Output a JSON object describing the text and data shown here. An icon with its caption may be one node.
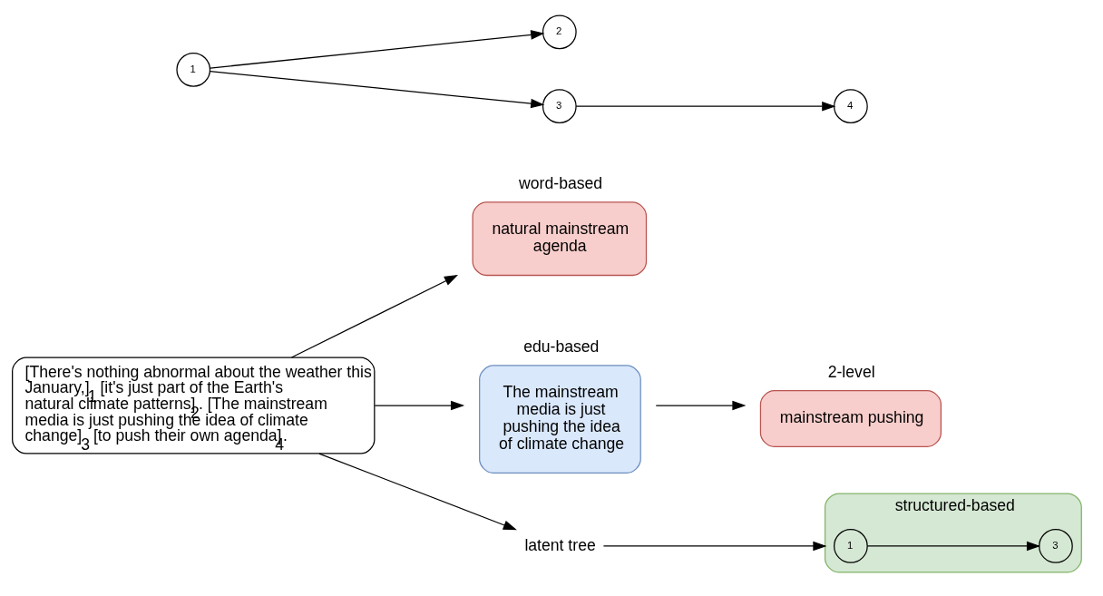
{
  "diagram": {
    "nodes": [
      {
        "text": [
          "[There's nothing abnormal about the weather this January,]$_{1}$ [it's just part of the Earth's natural climate patterns]$_{2}$. [The mainstream media is just pushing the idea of climate change]$_{3}$ [to push their own agenda]$_{4}$."
        ]
      },
      {
        "text": [
          "word-based",
          "natural mainstream agenda"
        ]
      },
      {
        "text": [
          "edu-based",
          "The mainstream media is just pushing the idea of climate change"
        ]
      },
      {
        "text": [
          "2-level",
          "mainstream pushing"
        ]
      },
      {
        "text": [
          "latent tree"
        ]
      },
      {
        "text": [
          "1"
        ]
      },
      {
        "text": [
          "2"
        ]
      },
      {
        "text": [
          "3"
        ]
      },
      {
        "text": [
          "4"
        ]
      },
      {
        "text": [
          "structured-based"
        ]
      },
      {
        "text": [
          "1"
        ],
        "in": 9
      },
      {
        "text": [
          "3"
        ],
        "in": 9
      }
    ],
    "edges": [
      {
        "from": 0,
        "to": 1,
        "arrow": "to"
      },
      {
        "from": 0,
        "to": 2,
        "arrow": "to"
      },
      {
        "from": 0,
        "to": 4,
        "arrow": "to"
      },
      {
        "from": 2,
        "to": 3,
        "arrow": "to"
      },
      {
        "from": 4,
        "to": 9,
        "arrow": "to"
      },
      {
        "from": 5,
        "to": 6,
        "arrow": "to"
      },
      {
        "from": 5,
        "to": 7,
        "arrow": "to"
      },
      {
        "from": 7,
        "to": 8,
        "arrow": "to"
      },
      {
        "from": 10,
        "to": 11,
        "arrow": "to"
      }
    ]
  }
}
